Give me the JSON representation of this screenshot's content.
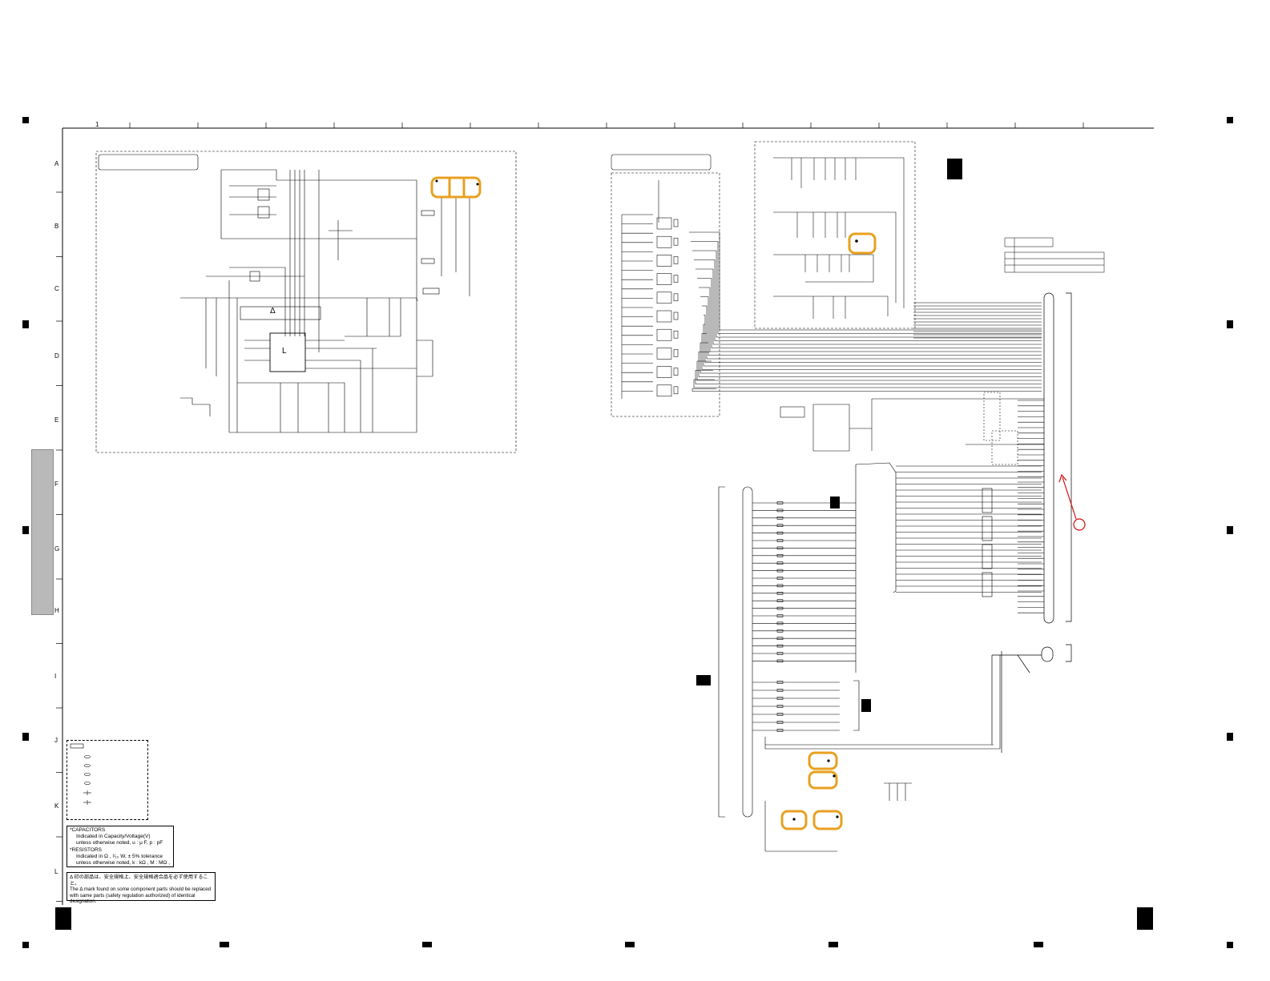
{
  "sheet": {
    "rows": [
      "A",
      "B",
      "C",
      "D",
      "E",
      "F",
      "G",
      "H",
      "I",
      "J",
      "K",
      "L"
    ],
    "first_column_label": "1",
    "highlight_color": "#e8a020",
    "annotation_color": "#d01010",
    "tab_color": "#b9b9b9"
  },
  "notes": {
    "capacitors_heading": "*CAPACITORS",
    "capacitors_line1": "Indicated in Capacity/Voltage(V)",
    "capacitors_line2": "unless otherwise noted,   u : μ F, p : pF",
    "resistors_heading": "*RESISTORS",
    "resistors_line1": "Indicated in   Ω , ¹⁄₁₀ W, ± 5% tolerance",
    "resistors_line2": "unless otherwise noted,   k : kΩ , M : MΩ ,"
  },
  "warning": {
    "symbol": "Δ",
    "line1": "Δ 印の部品は、安全規格上、安全規格適合品を必ず使用すること。",
    "line2": "The Δ mark found on some component parts should be replaced",
    "line3": "with same parts (safety regulation authorized) of identical",
    "line4": "designation."
  },
  "ic_block": {
    "delta_mark": "Δ",
    "ic_label": "L"
  }
}
